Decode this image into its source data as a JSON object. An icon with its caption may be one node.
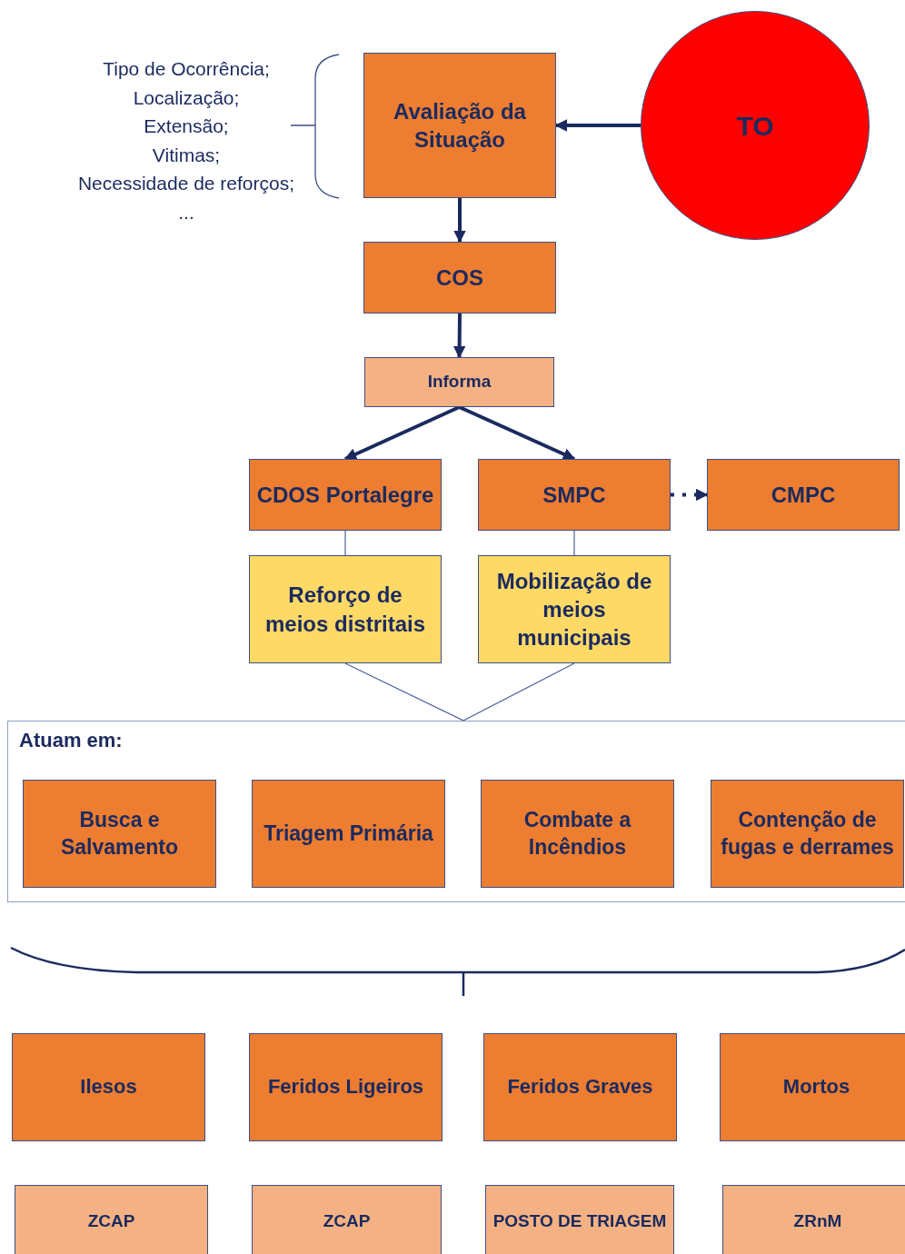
{
  "diagram": {
    "nodes": [
      {
        "text": [
          "Avaliação da Situação"
        ]
      },
      {
        "text": [
          "TO"
        ]
      },
      {
        "text": [
          "COS"
        ]
      },
      {
        "text": [
          "Informa"
        ]
      },
      {
        "text": [
          "CDOS Portalegre"
        ]
      },
      {
        "text": [
          "SMPC"
        ]
      },
      {
        "text": [
          "CMPC"
        ]
      },
      {
        "text": [
          "Reforço de meios distritais"
        ]
      },
      {
        "text": [
          "Mobilização de meios municipais"
        ]
      },
      {
        "text": [
          "Atuam em:"
        ]
      },
      {
        "text": [
          "Busca e Salvamento"
        ],
        "in": 9
      },
      {
        "text": [
          "Triagem Primária"
        ],
        "in": 9
      },
      {
        "text": [
          "Combate a Incêndios"
        ],
        "in": 9
      },
      {
        "text": [
          "Contenção de fugas e derrames"
        ],
        "in": 9
      },
      {
        "text": [
          "Ilesos"
        ]
      },
      {
        "text": [
          "Feridos Ligeiros"
        ]
      },
      {
        "text": [
          "Feridos Graves"
        ]
      },
      {
        "text": [
          "Mortos"
        ]
      },
      {
        "text": [
          "ZCAP"
        ]
      },
      {
        "text": [
          "ZCAP"
        ]
      },
      {
        "text": [
          "POSTO DE TRIAGEM"
        ]
      },
      {
        "text": [
          "ZRnM"
        ]
      }
    ],
    "edges": [
      {
        "from": 1,
        "to": 0,
        "arrow": "to"
      },
      {
        "from": 0,
        "to": 2,
        "arrow": "to"
      },
      {
        "from": 2,
        "to": 3,
        "arrow": "to"
      },
      {
        "from": 3,
        "to": 4,
        "arrow": "to"
      },
      {
        "from": 3,
        "to": 5,
        "arrow": "to"
      },
      {
        "from": 5,
        "to": 6,
        "arrow": "to",
        "style": "dashed"
      },
      {
        "from": 4,
        "to": 7,
        "arrow": "none",
        "color": "#4a5f9a"
      },
      {
        "from": 5,
        "to": 8,
        "arrow": "none",
        "color": "#4a5f9a"
      },
      {
        "from": 7,
        "to": 9,
        "arrow": "none",
        "color": "#4a5f9a"
      },
      {
        "from": 8,
        "to": 9,
        "arrow": "none",
        "color": "#4a5f9a"
      }
    ],
    "labels": [
      "Tipo de Ocorrência;",
      "Localização;",
      "Extensão;",
      "Vitimas;",
      "Necessidade de reforços;",
      "..."
    ]
  }
}
